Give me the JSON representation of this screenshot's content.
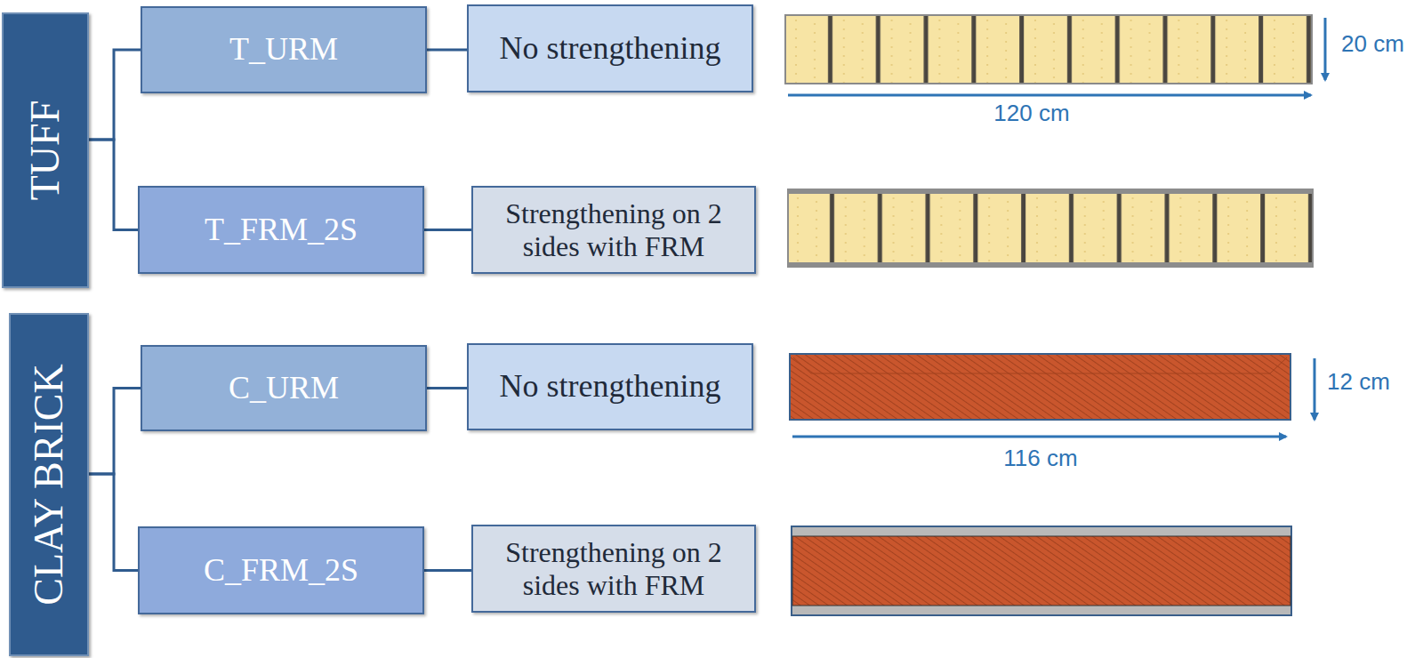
{
  "diagram": {
    "nodes": [
      {
        "text": [
          "TUFF"
        ]
      },
      {
        "text": [
          "T_URM"
        ]
      },
      {
        "text": [
          "No strengthening"
        ]
      },
      {
        "text": [
          "T_FRM_2S"
        ]
      },
      {
        "text": [
          "Strengthening on 2 sides with FRM"
        ]
      },
      {
        "text": [
          "CLAY BRICK"
        ]
      },
      {
        "text": [
          "C_URM"
        ]
      },
      {
        "text": [
          "No strengthening"
        ]
      },
      {
        "text": [
          "C_FRM_2S"
        ]
      },
      {
        "text": [
          "Strengthening on 2 sides with FRM"
        ]
      }
    ],
    "edges": [
      {
        "from": 0,
        "to": 1,
        "arrow": "none"
      },
      {
        "from": 0,
        "to": 3,
        "arrow": "none"
      },
      {
        "from": 1,
        "to": 2,
        "arrow": "none"
      },
      {
        "from": 3,
        "to": 4,
        "arrow": "none"
      },
      {
        "from": 5,
        "to": 6,
        "arrow": "none"
      },
      {
        "from": 5,
        "to": 8,
        "arrow": "none"
      },
      {
        "from": 6,
        "to": 7,
        "arrow": "none"
      },
      {
        "from": 8,
        "to": 9,
        "arrow": "none"
      }
    ],
    "labels": [
      "20 cm",
      "120 cm",
      "12 cm",
      "116 cm"
    ]
  }
}
